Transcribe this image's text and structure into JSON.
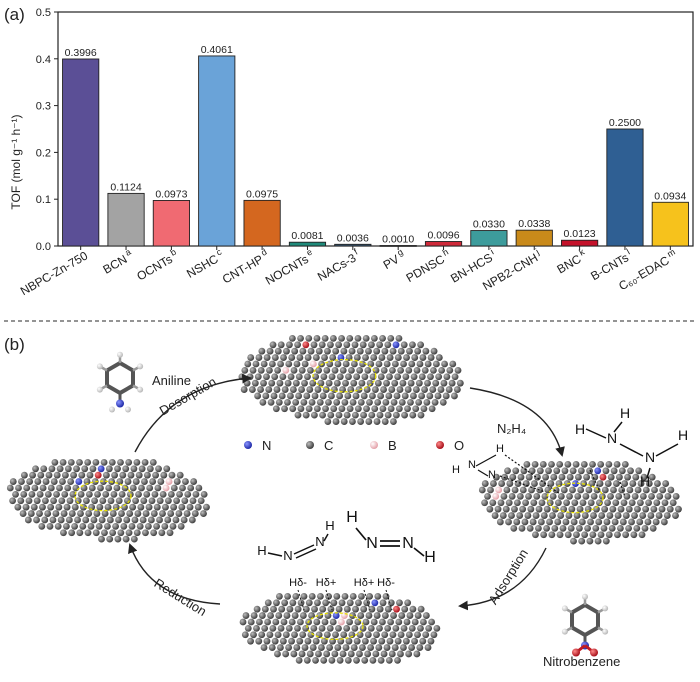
{
  "panel_a_label": "(a)",
  "panel_b_label": "(b)",
  "chart_data": {
    "type": "bar",
    "ylabel": "TOF (mol g⁻¹ h⁻¹)",
    "ylim": [
      0,
      0.5
    ],
    "yticks": [
      "0.0",
      "0.1",
      "0.2",
      "0.3",
      "0.4",
      "0.5"
    ],
    "grid": false,
    "categories": [
      "NBPC-Zn-750",
      "BCN",
      "OCNTs",
      "NSHC",
      "CNT-HP",
      "NOCNTs",
      "NACs-3",
      "PV",
      "PDNSC",
      "BN-HCS",
      "NPB2-CNH",
      "BNC",
      "B-CNTs",
      "C₆₀-EDAC"
    ],
    "superscripts": [
      "",
      "a",
      "b",
      "c",
      "d",
      "e",
      "f",
      "g",
      "h",
      "i",
      "j",
      "k",
      "l",
      "m"
    ],
    "values": [
      0.3996,
      0.1124,
      0.0973,
      0.4061,
      0.0975,
      0.0081,
      0.0036,
      0.001,
      0.0096,
      0.033,
      0.0338,
      0.0123,
      0.25,
      0.0934
    ],
    "value_labels": [
      "0.3996",
      "0.1124",
      "0.0973",
      "0.4061",
      "0.0975",
      "0.0081",
      "0.0036",
      "0.0010",
      "0.0096",
      "0.0330",
      "0.0338",
      "0.0123",
      "0.2500",
      "0.0934"
    ],
    "colors": [
      "#5b4f96",
      "#a3a3a3",
      "#f06a72",
      "#6aa3d8",
      "#d4671f",
      "#1f8a7a",
      "#3b5e7c",
      "#555f6a",
      "#cf2a3a",
      "#3d9c9c",
      "#c98a1a",
      "#c4122a",
      "#2f5f93",
      "#f6c21c"
    ],
    "highlight_color": "#e03a3a"
  },
  "mechanism": {
    "steps": {
      "desorption": "Desorption",
      "adsorption": "Adsorption",
      "reduction": "Reduction"
    },
    "molecules": {
      "aniline": "Aniline",
      "nitrobenzene": "Nitrobenzene",
      "hydrazine": "N₂H₄"
    },
    "legend": [
      {
        "symbol": "N",
        "color": "#2a36c8"
      },
      {
        "symbol": "C",
        "color": "#555555"
      },
      {
        "symbol": "B",
        "color": "#f2c4c8"
      },
      {
        "symbol": "O",
        "color": "#d4202a"
      }
    ],
    "h_labels": [
      "H",
      "H",
      "H",
      "H",
      "H",
      "H",
      "H",
      "H",
      "H",
      "H",
      "H",
      "H",
      "H",
      "H"
    ],
    "n_labels": [
      "N",
      "N",
      "N",
      "N",
      "N",
      "N",
      "N",
      "N"
    ],
    "surface_h": [
      "Hδ-",
      "Hδ+",
      "Hδ+",
      "Hδ-"
    ]
  }
}
